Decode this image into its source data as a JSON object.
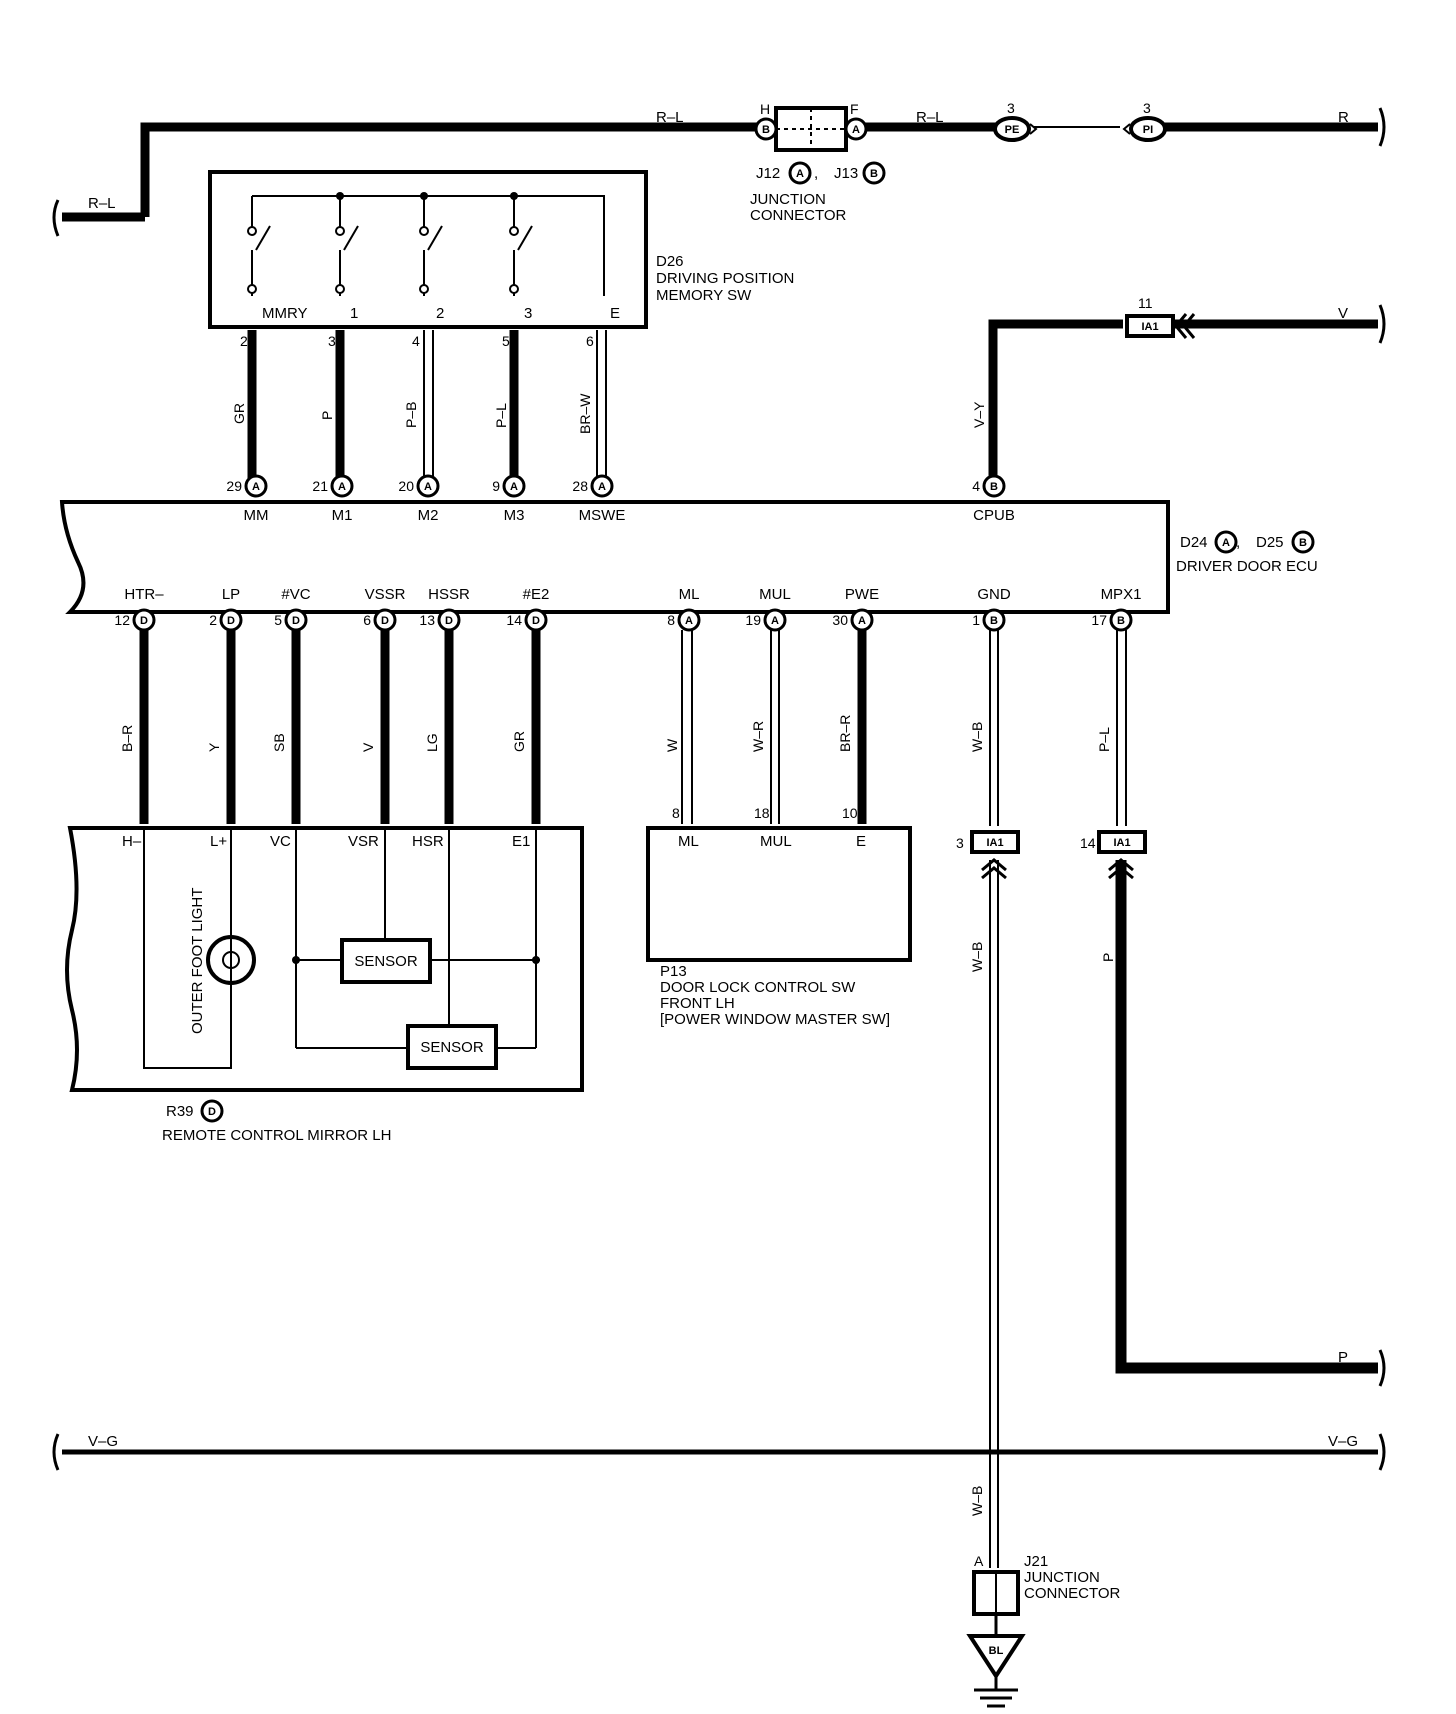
{
  "top_bus": {
    "left_wire": "R–L",
    "mid_wire_left": "R–L",
    "mid_wire_right": "R–L",
    "right_wire": "R",
    "jc_pin_left": "H",
    "jc_pin_right": "F",
    "jc_badge_left": "B",
    "jc_badge_right": "A",
    "pe_pin": "3",
    "pe_label": "PE",
    "pi_pin": "3",
    "pi_label": "PI",
    "jc_ref1": "J12",
    "jc_ref1_badge": "A",
    "jc_ref_sep": ",",
    "jc_ref2": "J13",
    "jc_ref2_badge": "B",
    "jc_name_l1": "JUNCTION",
    "jc_name_l2": "CONNECTOR"
  },
  "memory_sw": {
    "code": "D26",
    "name_l1": "DRIVING POSITION",
    "name_l2": "MEMORY SW",
    "terminals": [
      "MMRY",
      "1",
      "2",
      "3",
      "E"
    ],
    "pins": [
      "2",
      "3",
      "4",
      "5",
      "6"
    ],
    "wires": [
      "GR",
      "P",
      "P–B",
      "P–L",
      "BR–W"
    ]
  },
  "ecu": {
    "ref1": "D24",
    "ref1_badge": "A",
    "ref_sep": ",",
    "ref2": "D25",
    "ref2_badge": "B",
    "name": "DRIVER DOOR ECU",
    "top_pins": [
      {
        "num": "29",
        "badge": "A",
        "label": "MM"
      },
      {
        "num": "21",
        "badge": "A",
        "label": "M1"
      },
      {
        "num": "20",
        "badge": "A",
        "label": "M2"
      },
      {
        "num": "9",
        "badge": "A",
        "label": "M3"
      },
      {
        "num": "28",
        "badge": "A",
        "label": "MSWE"
      },
      {
        "num": "4",
        "badge": "B",
        "label": "CPUB"
      }
    ],
    "bottom_pins": [
      {
        "num": "12",
        "badge": "D",
        "label": "HTR–",
        "wire": "B–R"
      },
      {
        "num": "2",
        "badge": "D",
        "label": "LP",
        "wire": "Y"
      },
      {
        "num": "5",
        "badge": "D",
        "label": "#VC",
        "wire": "SB"
      },
      {
        "num": "6",
        "badge": "D",
        "label": "VSSR",
        "wire": "V"
      },
      {
        "num": "13",
        "badge": "D",
        "label": "HSSR",
        "wire": "LG"
      },
      {
        "num": "14",
        "badge": "D",
        "label": "#E2",
        "wire": "GR"
      },
      {
        "num": "8",
        "badge": "A",
        "label": "ML",
        "wire": "W"
      },
      {
        "num": "19",
        "badge": "A",
        "label": "MUL",
        "wire": "W–R"
      },
      {
        "num": "30",
        "badge": "A",
        "label": "PWE",
        "wire": "BR–R"
      },
      {
        "num": "1",
        "badge": "B",
        "label": "GND",
        "wire": "W–B"
      },
      {
        "num": "17",
        "badge": "B",
        "label": "MPX1",
        "wire": "P–L"
      }
    ]
  },
  "cpub_wire": {
    "wire": "V–Y",
    "ia1_pin": "11",
    "ia1_label": "IA1",
    "right_wire": "V"
  },
  "mirror": {
    "code": "R39",
    "badge": "D",
    "name": "REMOTE CONTROL MIRROR LH",
    "terminals": [
      "H–",
      "L+",
      "VC",
      "VSR",
      "HSR",
      "E1"
    ],
    "light_label": "OUTER FOOT LIGHT",
    "sensor1": "SENSOR",
    "sensor2": "SENSOR"
  },
  "door_lock_sw": {
    "code": "P13",
    "name_l1": "DOOR LOCK CONTROL SW",
    "name_l2": "FRONT LH",
    "name_l3": "[POWER WINDOW MASTER SW]",
    "pins": [
      "8",
      "18",
      "10"
    ],
    "terminals": [
      "ML",
      "MUL",
      "E"
    ]
  },
  "ground_path": {
    "ia1_pin": "3",
    "ia1_label": "IA1",
    "wire_lower": "W–B",
    "wire_bottom": "W–B",
    "j21_pin": "A",
    "j21_code": "J21",
    "j21_l1": "JUNCTION",
    "j21_l2": "CONNECTOR",
    "ground_label": "BL"
  },
  "mpx_path": {
    "ia1_pin": "14",
    "ia1_label": "IA1",
    "wire_lower": "P",
    "right_wire": "P"
  },
  "vg_bus": {
    "left_wire": "V–G",
    "right_wire": "V–G"
  }
}
